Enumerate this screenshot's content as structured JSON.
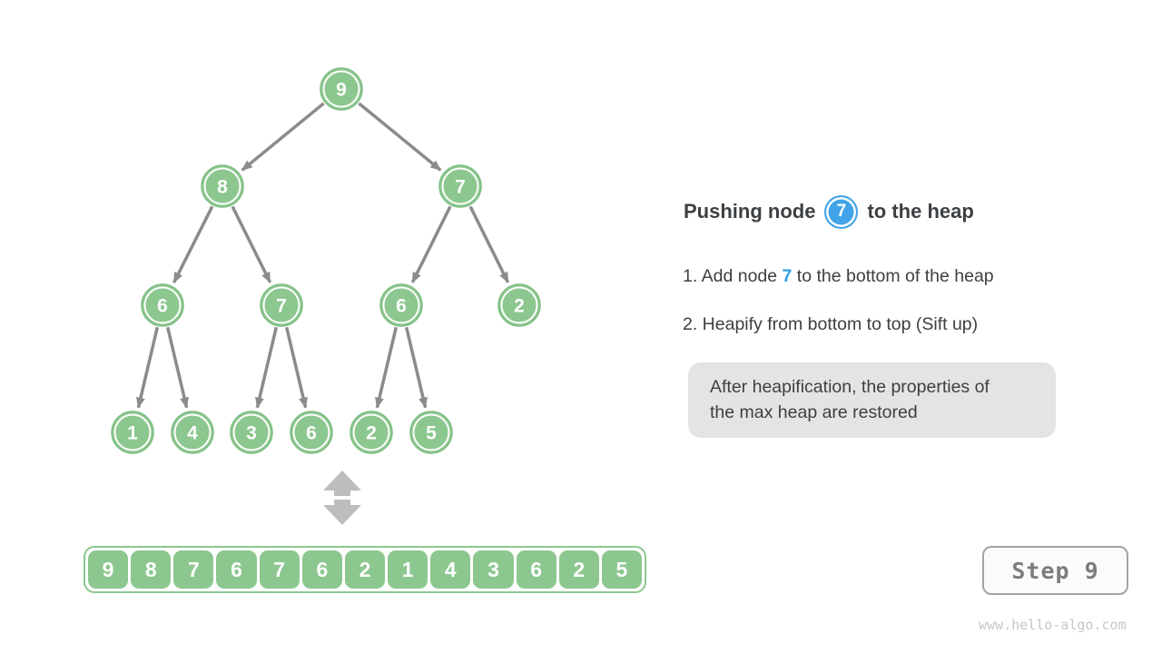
{
  "diagram": {
    "tree": {
      "node_values": [
        "9",
        "8",
        "7",
        "6",
        "7",
        "6",
        "2",
        "1",
        "4",
        "3",
        "6",
        "2",
        "5"
      ]
    },
    "array_values": [
      "9",
      "8",
      "7",
      "6",
      "7",
      "6",
      "2",
      "1",
      "4",
      "3",
      "6",
      "2",
      "5"
    ],
    "swap_arrow_icon": "up-down-arrow"
  },
  "panel": {
    "title_prefix": "Pushing node",
    "title_badge": "7",
    "title_suffix": "to the heap",
    "steps": [
      {
        "prefix": "1. Add node ",
        "highlight": "7",
        "suffix": " to the bottom of the heap"
      },
      {
        "prefix": "2. Heapify from bottom to top (Sift up)",
        "highlight": "",
        "suffix": ""
      }
    ],
    "note": "After heapification, the properties of the max heap are restored"
  },
  "footer": {
    "step_label": "Step 9",
    "watermark": "www.hello-algo.com"
  },
  "colors": {
    "node_green": "#8cc78f",
    "node_green_border": "#7fbe84",
    "node_blue": "#42a4e8",
    "highlight_blue": "#2d9fe8",
    "edge_gray": "#8b8b8b",
    "swap_arrow_gray": "#bdbdbd",
    "note_bg": "#e4e4e4",
    "text_dark": "#3d4043",
    "step_text": "#7c7c7c"
  }
}
